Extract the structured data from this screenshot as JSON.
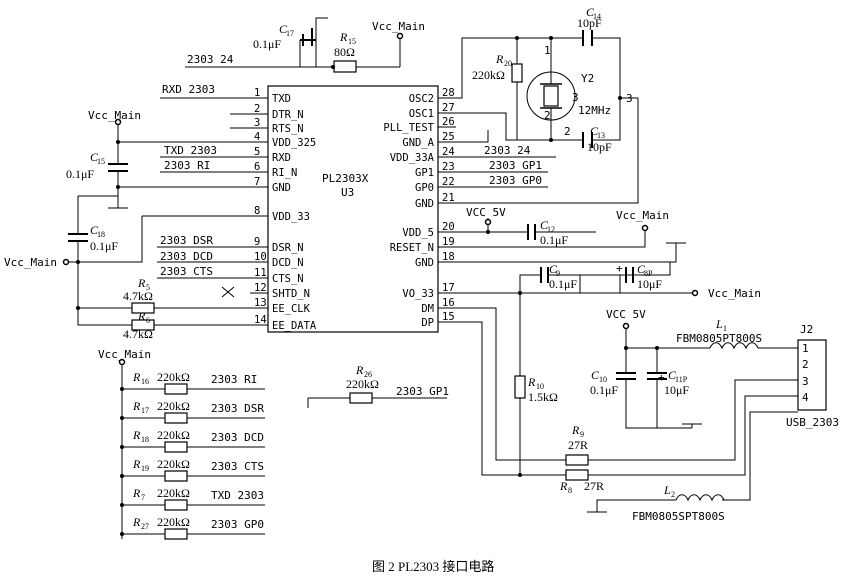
{
  "chip": {
    "name": "PL2303X",
    "ref": "U3",
    "left_pins": [
      {
        "num": "1",
        "name": "TXD"
      },
      {
        "num": "2",
        "name": "DTR_N"
      },
      {
        "num": "3",
        "name": "RTS_N"
      },
      {
        "num": "4",
        "name": "VDD_325"
      },
      {
        "num": "5",
        "name": "RXD"
      },
      {
        "num": "6",
        "name": "RI_N"
      },
      {
        "num": "7",
        "name": "GND"
      },
      {
        "num": "8",
        "name": "VDD_33"
      },
      {
        "num": "9",
        "name": "DSR_N"
      },
      {
        "num": "10",
        "name": "DCD_N"
      },
      {
        "num": "11",
        "name": "CTS_N"
      },
      {
        "num": "12",
        "name": "SHTD_N"
      },
      {
        "num": "13",
        "name": "EE_CLK"
      },
      {
        "num": "14",
        "name": "EE_DATA"
      }
    ],
    "right_pins": [
      {
        "num": "28",
        "name": "OSC2"
      },
      {
        "num": "27",
        "name": "OSC1"
      },
      {
        "num": "26",
        "name": "PLL_TEST"
      },
      {
        "num": "25",
        "name": "GND_A"
      },
      {
        "num": "24",
        "name": "VDD_33A"
      },
      {
        "num": "23",
        "name": "GP1"
      },
      {
        "num": "22",
        "name": "GP0"
      },
      {
        "num": "21",
        "name": "GND"
      },
      {
        "num": "20",
        "name": "VDD_5"
      },
      {
        "num": "19",
        "name": "RESET_N"
      },
      {
        "num": "18",
        "name": "GND"
      },
      {
        "num": "17",
        "name": "VO_33"
      },
      {
        "num": "16",
        "name": "DM"
      },
      {
        "num": "15",
        "name": "DP"
      }
    ]
  },
  "nets": {
    "rxd": "RXD 2303",
    "txd": "TXD 2303",
    "ri": "2303 RI",
    "dsr": "2303 DSR",
    "dcd": "2303 DCD",
    "cts": "2303 CTS",
    "n24_top": "2303 24",
    "n24_right": "2303 24",
    "gp1": "2303 GP1",
    "gp0": "2303 GP0",
    "vcc_main_1": "Vcc_Main",
    "vcc_main_2": "Vcc_Main",
    "vcc_main_3": "Vcc_Main",
    "vcc_main_4": "Vcc_Main",
    "vcc_main_5": "Vcc_Main",
    "vcc_main_6": "Vcc_Main",
    "vcc5v_1": "VCC 5V",
    "vcc5v_2": "VCC 5V",
    "pull_ri": "2303 RI",
    "pull_dsr": "2303 DSR",
    "pull_dcd": "2303 DCD",
    "pull_cts": "2303 CTS",
    "pull_txd": "TXD 2303",
    "pull_gp0": "2303 GP0",
    "r26_net": "2303 GP1"
  },
  "components": {
    "c17": {
      "ref": "C",
      "sub": "17",
      "value": "0.1μF"
    },
    "r15": {
      "ref": "R",
      "sub": "15",
      "value": "80Ω"
    },
    "c14": {
      "ref": "C",
      "sub": "14",
      "value": "10pF"
    },
    "r20": {
      "ref": "R",
      "sub": "20",
      "value": "220kΩ"
    },
    "y2": {
      "ref": "Y2",
      "value": "12MHz",
      "p1": "1",
      "p2": "2",
      "p3": "3",
      "p3b": "3"
    },
    "c13": {
      "ref": "C",
      "sub": "13",
      "value": "10pF"
    },
    "c15": {
      "ref": "C",
      "sub": "15",
      "value": "0.1μF"
    },
    "c18": {
      "ref": "C",
      "sub": "18",
      "value": "0.1μF"
    },
    "r5": {
      "ref": "R",
      "sub": "5",
      "value": "4.7kΩ"
    },
    "r6": {
      "ref": "R",
      "sub": "6",
      "value": "4.7kΩ"
    },
    "c12": {
      "ref": "C",
      "sub": "12",
      "value": "0.1μF"
    },
    "c9": {
      "ref": "C",
      "sub": "9",
      "value": "0.1μF"
    },
    "c8": {
      "ref": "C",
      "sub": "8P",
      "value": "10μF",
      "plus": "+"
    },
    "r10": {
      "ref": "R",
      "sub": "10",
      "value": "1.5kΩ"
    },
    "l1": {
      "ref": "L",
      "sub": "1",
      "value": "FBM0805PT800S"
    },
    "c10": {
      "ref": "C",
      "sub": "10",
      "value": "0.1μF"
    },
    "c11": {
      "ref": "C",
      "sub": "11P",
      "value": "10μF",
      "plus": "+"
    },
    "r9": {
      "ref": "R",
      "sub": "9",
      "value": "27R"
    },
    "r8": {
      "ref": "R",
      "sub": "8",
      "value": "27R"
    },
    "l2": {
      "ref": "L",
      "sub": "2",
      "value": "FBM0805SPT800S"
    },
    "r26": {
      "ref": "R",
      "sub": "26",
      "value": "220kΩ"
    },
    "r16": {
      "ref": "R",
      "sub": "16",
      "value": "220kΩ"
    },
    "r17": {
      "ref": "R",
      "sub": "17",
      "value": "220kΩ"
    },
    "r18": {
      "ref": "R",
      "sub": "18",
      "value": "220kΩ"
    },
    "r19": {
      "ref": "R",
      "sub": "19",
      "value": "220kΩ"
    },
    "r7": {
      "ref": "R",
      "sub": "7",
      "value": "220kΩ"
    },
    "r27": {
      "ref": "R",
      "sub": "27",
      "value": "220kΩ"
    }
  },
  "connector": {
    "ref": "J2",
    "name": "USB_2303",
    "pins": [
      "1",
      "2",
      "3",
      "4"
    ]
  },
  "caption": "图 2  PL2303 接口电路"
}
